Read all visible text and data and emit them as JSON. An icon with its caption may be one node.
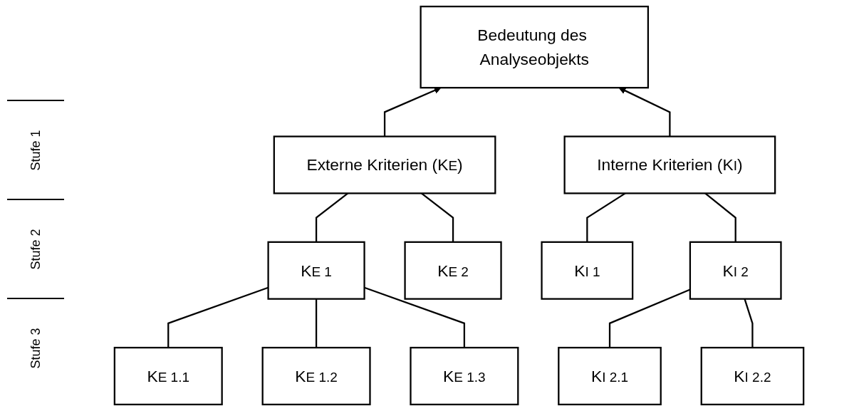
{
  "diagram": {
    "nodes": [
      {
        "text": [
          "Bedeutung des Analyseobjekts"
        ]
      },
      {
        "text": [
          "Externe Kriterien (K$_{E}$)"
        ]
      },
      {
        "text": [
          "Interne Kriterien (K$_{I}$)"
        ]
      },
      {
        "text": [
          "K$_{E 1}$"
        ]
      },
      {
        "text": [
          "K$_{E 2}$"
        ]
      },
      {
        "text": [
          "K$_{I 1}$"
        ]
      },
      {
        "text": [
          "K$_{I 2}$"
        ]
      },
      {
        "text": [
          "K$_{E 1.1}$"
        ]
      },
      {
        "text": [
          "K$_{E 1.2}$"
        ]
      },
      {
        "text": [
          "K$_{E 1.3}$"
        ]
      },
      {
        "text": [
          "K$_{I 2.1}$"
        ]
      },
      {
        "text": [
          "K$_{I 2.2}$"
        ]
      }
    ],
    "edges": [
      {
        "from": 1,
        "to": 0,
        "arrow": "to"
      },
      {
        "from": 2,
        "to": 0,
        "arrow": "to"
      },
      {
        "from": 1,
        "to": 3,
        "arrow": "none"
      },
      {
        "from": 1,
        "to": 4,
        "arrow": "none"
      },
      {
        "from": 2,
        "to": 5,
        "arrow": "none"
      },
      {
        "from": 2,
        "to": 6,
        "arrow": "none"
      },
      {
        "from": 3,
        "to": 7,
        "arrow": "none"
      },
      {
        "from": 3,
        "to": 8,
        "arrow": "none"
      },
      {
        "from": 3,
        "to": 9,
        "arrow": "none"
      },
      {
        "from": 6,
        "to": 10,
        "arrow": "none"
      },
      {
        "from": 6,
        "to": 11,
        "arrow": "none"
      }
    ],
    "labels": [
      "Stufe 1",
      "Stufe 2",
      "Stufe 3"
    ]
  }
}
